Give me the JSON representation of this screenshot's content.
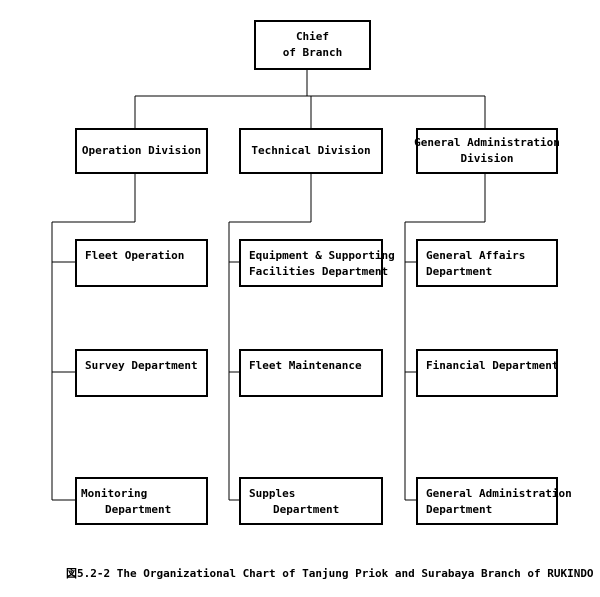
{
  "chief": {
    "line1": "Chief",
    "line2": "of Branch"
  },
  "divisions": {
    "operation": {
      "line1": "Operation Division"
    },
    "technical": {
      "line1": "Technical Division"
    },
    "general": {
      "line1": "General Administration",
      "line2": "Division"
    }
  },
  "departments": {
    "operation": [
      {
        "line1": "Fleet Operation"
      },
      {
        "line1": "Survey Department"
      },
      {
        "line1": "Monitoring",
        "line2": "Department"
      }
    ],
    "technical": [
      {
        "line1": "Equipment & Supporting",
        "line2": "Facilities Department"
      },
      {
        "line1": "Fleet Maintenance"
      },
      {
        "line1": "Supples",
        "line2": "Department"
      }
    ],
    "general": [
      {
        "line1": "General Affairs",
        "line2": "Department"
      },
      {
        "line1": "Financial Department"
      },
      {
        "line1": "General Administration",
        "line2": "Department"
      }
    ]
  },
  "caption": {
    "text": "図5.2-2  The Organizational Chart of Tanjung Priok and Surabaya Branch  of RUKINDO"
  }
}
